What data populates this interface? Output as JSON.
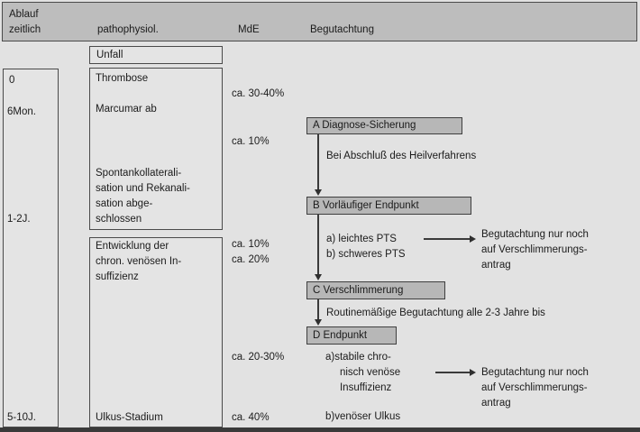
{
  "colors": {
    "page_bg": "#e2e2e2",
    "header_bg": "#bdbdbd",
    "flow_box_bg": "#b7b7b7",
    "outline": "#4a4a4a",
    "text": "#1b1b1b"
  },
  "header": {
    "col_time": "Ablauf\nzeitlich",
    "col_patho": "pathophysiol.",
    "col_mde": "MdE",
    "col_begutachtung": "Begutachtung"
  },
  "timeline": {
    "t0": "0",
    "t6mon": "6Mon.",
    "t1_2j": "1-2J.",
    "t5_10j": "5-10J."
  },
  "patho": {
    "unfall": "Unfall",
    "thrombose": "Thrombose",
    "marcumar": "Marcumar ab",
    "spontan": "Spontankollaterali-\nsation und Rekanali-\nsation abge-\nschlossen",
    "entwicklung": "Entwicklung der\nchron. venösen In-\nsuffizienz",
    "ulkus": "Ulkus-Stadium"
  },
  "mde": {
    "v1": "ca. 30-40%",
    "v2": "ca. 10%",
    "v3": "ca. 10%",
    "v4": "ca. 20%",
    "v5": "ca. 20-30%",
    "v6": "ca. 40%"
  },
  "flow": {
    "box_a": "A Diagnose-Sicherung",
    "box_b": "B Vorläufiger Endpunkt",
    "box_c": "C Verschlimmerung",
    "box_d": "D Endpunkt",
    "note_a_to_b": "Bei Abschluß des Heilverfahrens",
    "pts_options": "a) leichtes PTS\nb) schweres PTS",
    "note_c_to_d": "Routinemäßige Begutachtung alle 2-3 Jahre bis",
    "d_option_a": "a)stabile chro-\n     nisch venöse\n     Insuffizienz",
    "d_option_b": "b)venöser Ulkus",
    "outcome_pts": "Begutachtung nur noch\nauf Verschlimmerungs-\nantrag",
    "outcome_d": "Begutachtung nur noch\nauf Verschlimmerungs-\nantrag"
  }
}
